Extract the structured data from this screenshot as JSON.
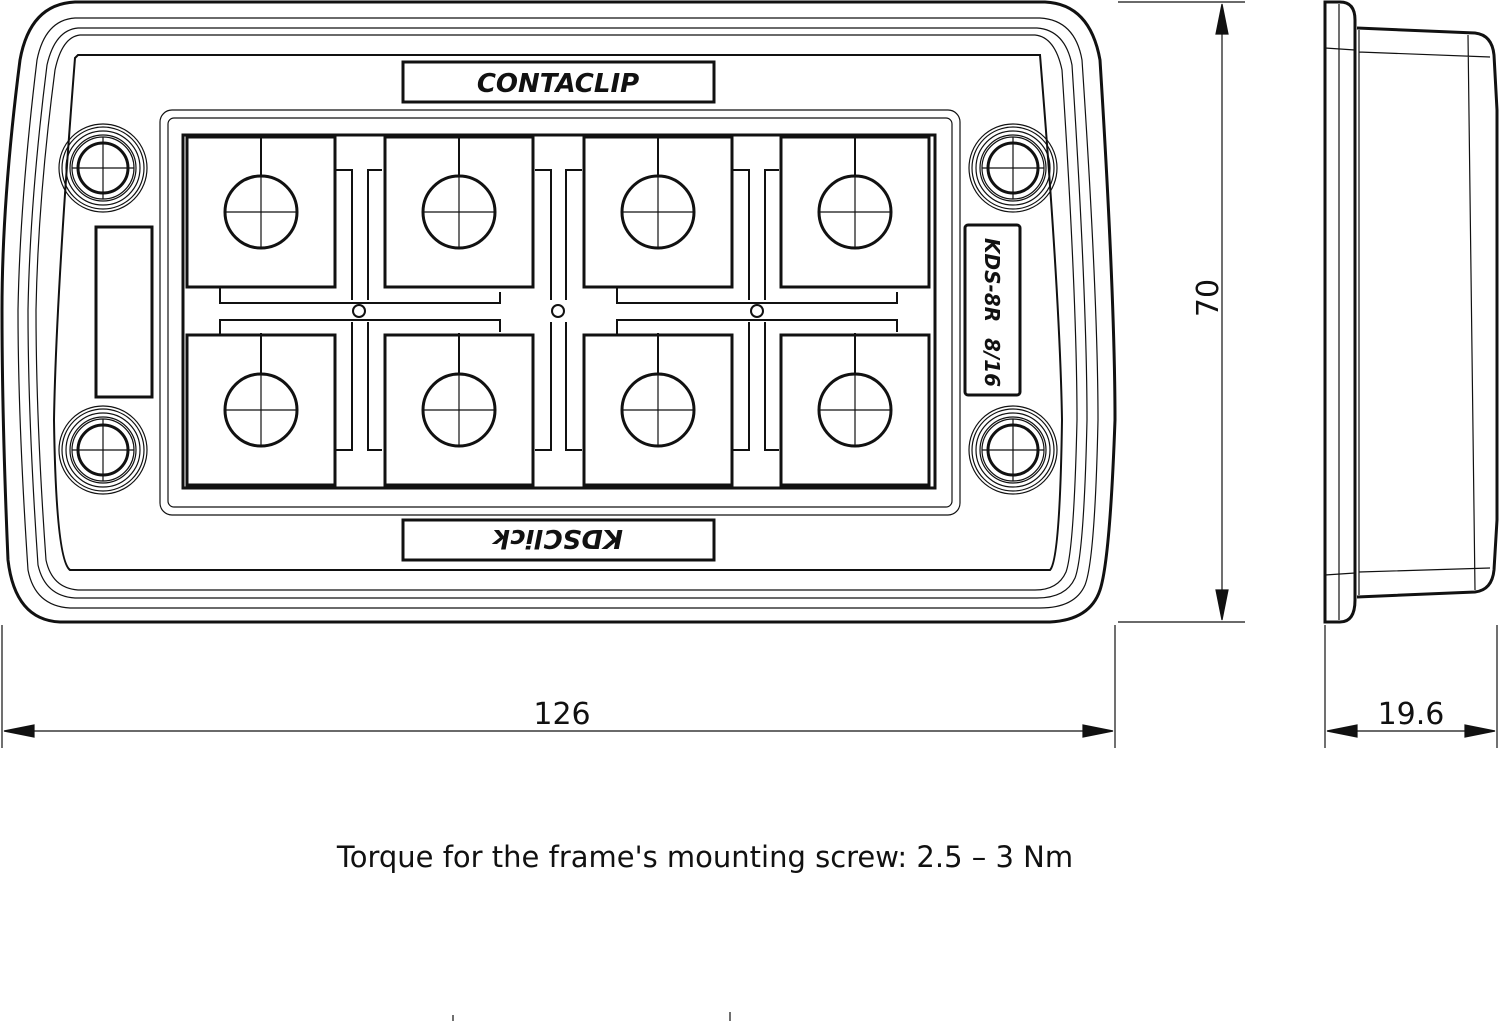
{
  "title": "KDS-8R frame technical drawing",
  "labels": {
    "brand": "CONTACLIP",
    "product": "KDSClick",
    "model": "KDS-8R",
    "range": "8/16"
  },
  "dimensions": {
    "width": "126",
    "height": "70",
    "depth": "19.6"
  },
  "caption": "Torque for the frame's mounting screw: 2.5 – 3 Nm",
  "colors": {
    "line": "#111111",
    "background": "#ffffff"
  }
}
